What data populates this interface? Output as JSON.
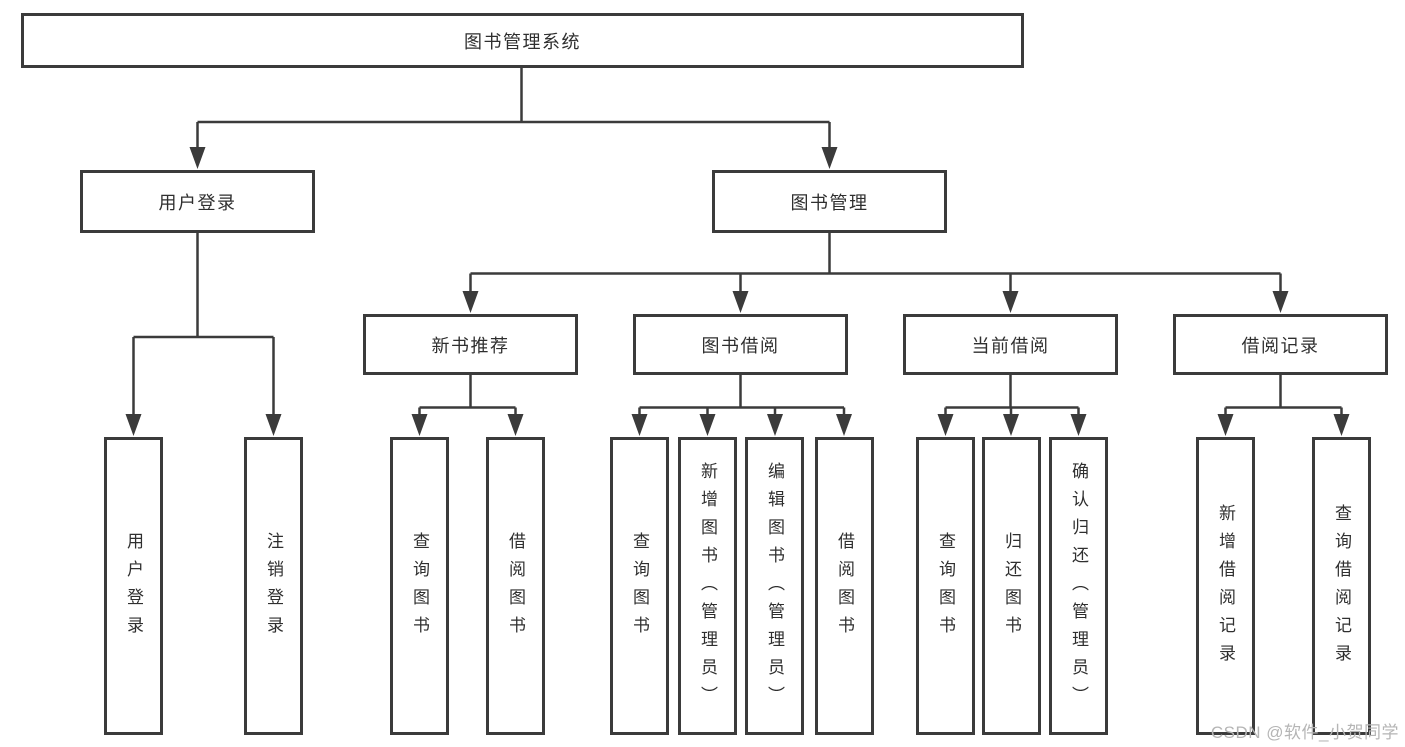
{
  "colors": {
    "line": "#3b3b3b",
    "text": "#2f2f2f",
    "background": "#ffffff",
    "watermark": "#b5b5b5"
  },
  "tree": {
    "label": "图书管理系统",
    "children": [
      {
        "label": "用户登录",
        "children": [
          {
            "label": "用户登录"
          },
          {
            "label": "注销登录"
          }
        ]
      },
      {
        "label": "图书管理",
        "children": [
          {
            "label": "新书推荐",
            "children": [
              {
                "label": "查询图书"
              },
              {
                "label": "借阅图书"
              }
            ]
          },
          {
            "label": "图书借阅",
            "children": [
              {
                "label": "查询图书"
              },
              {
                "label": "新增图书（管理员）"
              },
              {
                "label": "编辑图书（管理员）"
              },
              {
                "label": "借阅图书"
              }
            ]
          },
          {
            "label": "当前借阅",
            "children": [
              {
                "label": "查询图书"
              },
              {
                "label": "归还图书"
              },
              {
                "label": "确认归还（管理员）"
              }
            ]
          },
          {
            "label": "借阅记录",
            "children": [
              {
                "label": "新增借阅记录"
              },
              {
                "label": "查询借阅记录"
              }
            ]
          }
        ]
      }
    ]
  },
  "watermark": {
    "text": "CSDN @软件_小贺同学"
  }
}
